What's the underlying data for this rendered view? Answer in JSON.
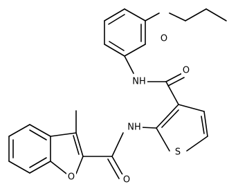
{
  "molecule": {
    "atom_labels": {
      "ether_oxygen": "O",
      "amide_nh_top": "NH",
      "amide_carbonyl_o_right": "O",
      "amide_nh_middle": "NH",
      "thiophene_sulfur": "S",
      "furan_oxygen": "O",
      "amide_carbonyl_o_bottom": "O"
    }
  }
}
